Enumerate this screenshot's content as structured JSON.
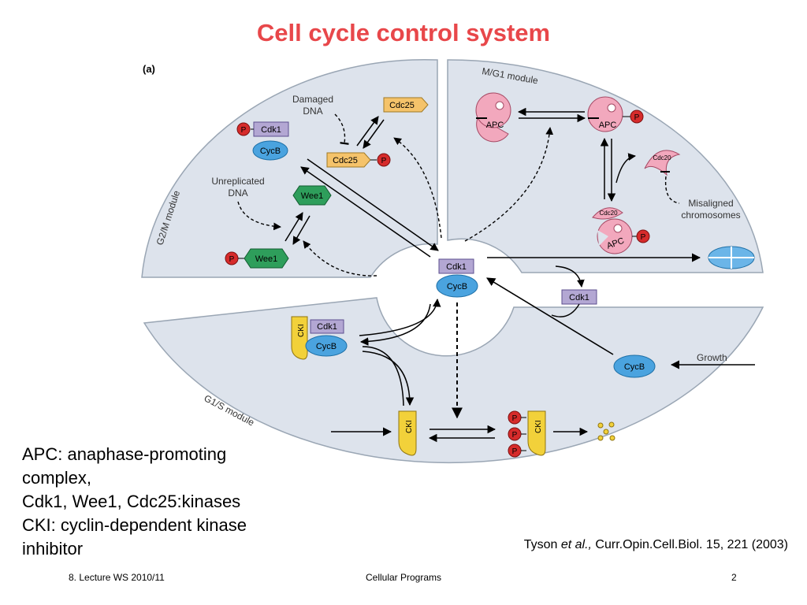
{
  "slide": {
    "title": "Cell cycle control system",
    "panel_label": "(a)"
  },
  "modules": {
    "g2m": "G2/M module",
    "mg1": "M/G1 module",
    "g1s": "G1/S module"
  },
  "labels": {
    "damaged_dna_1": "Damaged",
    "damaged_dna_2": "DNA",
    "unreplicated_dna_1": "Unreplicated",
    "unreplicated_dna_2": "DNA",
    "misaligned_1": "Misaligned",
    "misaligned_2": "chromosomes",
    "growth": "Growth"
  },
  "proteins": {
    "cdk1": "Cdk1",
    "cycb": "CycB",
    "cdc25": "Cdc25",
    "wee1": "Wee1",
    "apc": "APC",
    "cdc20": "Cdc20",
    "cki": "CKI",
    "p": "P"
  },
  "notes": {
    "line1": "APC: anaphase-promoting",
    "line2": "complex,",
    "line3": "Cdk1, Wee1, Cdc25:kinases",
    "line4": "CKI: cyclin-dependent kinase",
    "line5": "inhibitor"
  },
  "citation": {
    "author": "Tyson",
    "etal": "et al.,",
    "ref": "Curr.Opin.Cell.Biol. 15, 221 (2003)"
  },
  "footer": {
    "left": "8. Lecture WS 2010/11",
    "center": "Cellular Programs",
    "right": "2"
  },
  "colors": {
    "title": "#e8474a",
    "module_fill": "#dde3ec",
    "cdk1": "#b3a7d3",
    "cycb": "#4aa3df",
    "wee1": "#2e9e5b",
    "cdc25": "#f5c36a",
    "apc": "#f2a8bd",
    "cki": "#f2d13a",
    "phosphate": "#d62b2b"
  }
}
